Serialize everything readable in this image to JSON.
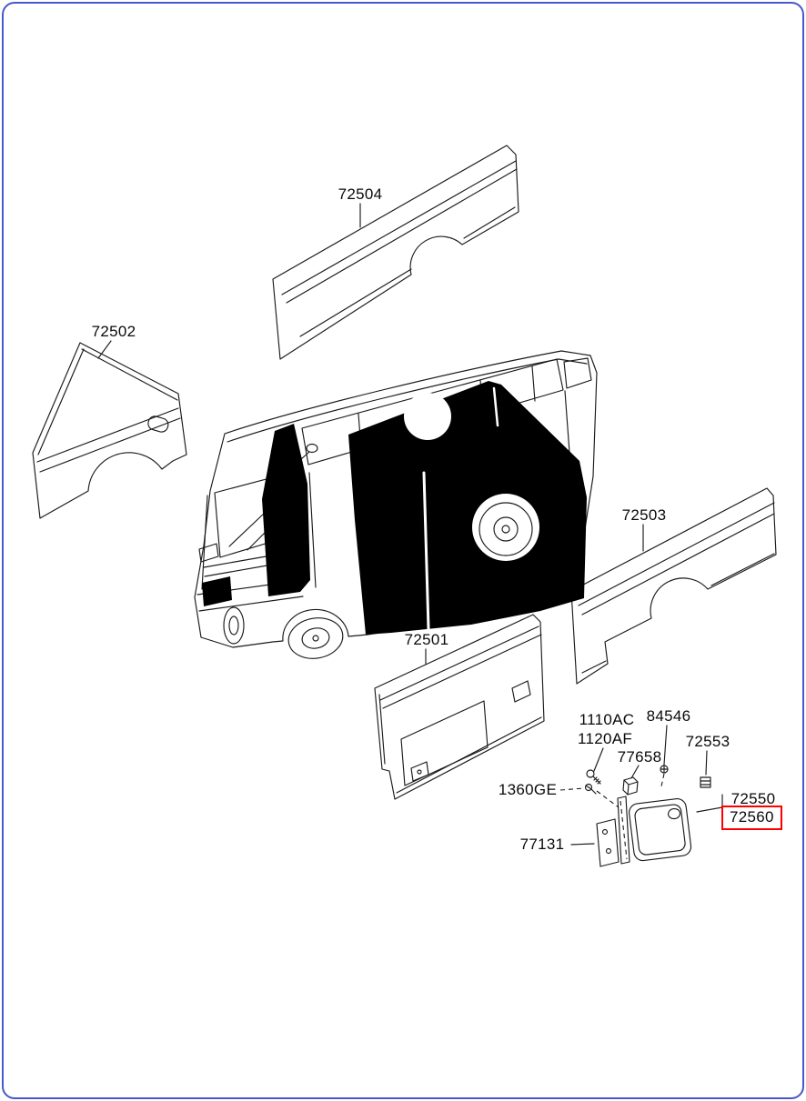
{
  "page": {
    "background": "#ffffff",
    "frame_color": "#4659cc",
    "highlight_color": "#ff0000",
    "highlighted_part": "72560"
  },
  "labels": {
    "p72504": {
      "text": "72504"
    },
    "p72502": {
      "text": "72502"
    },
    "p72503": {
      "text": "72503"
    },
    "p72501": {
      "text": "72501"
    },
    "p1110AC": {
      "text": "1110AC"
    },
    "p1120AF": {
      "text": "1120AF"
    },
    "p84546": {
      "text": "84546"
    },
    "p77658": {
      "text": "77658"
    },
    "p72553": {
      "text": "72553"
    },
    "p1360GE": {
      "text": "1360GE"
    },
    "p72550": {
      "text": "72550"
    },
    "p72560": {
      "text": "72560"
    },
    "p77131": {
      "text": "77131"
    }
  }
}
